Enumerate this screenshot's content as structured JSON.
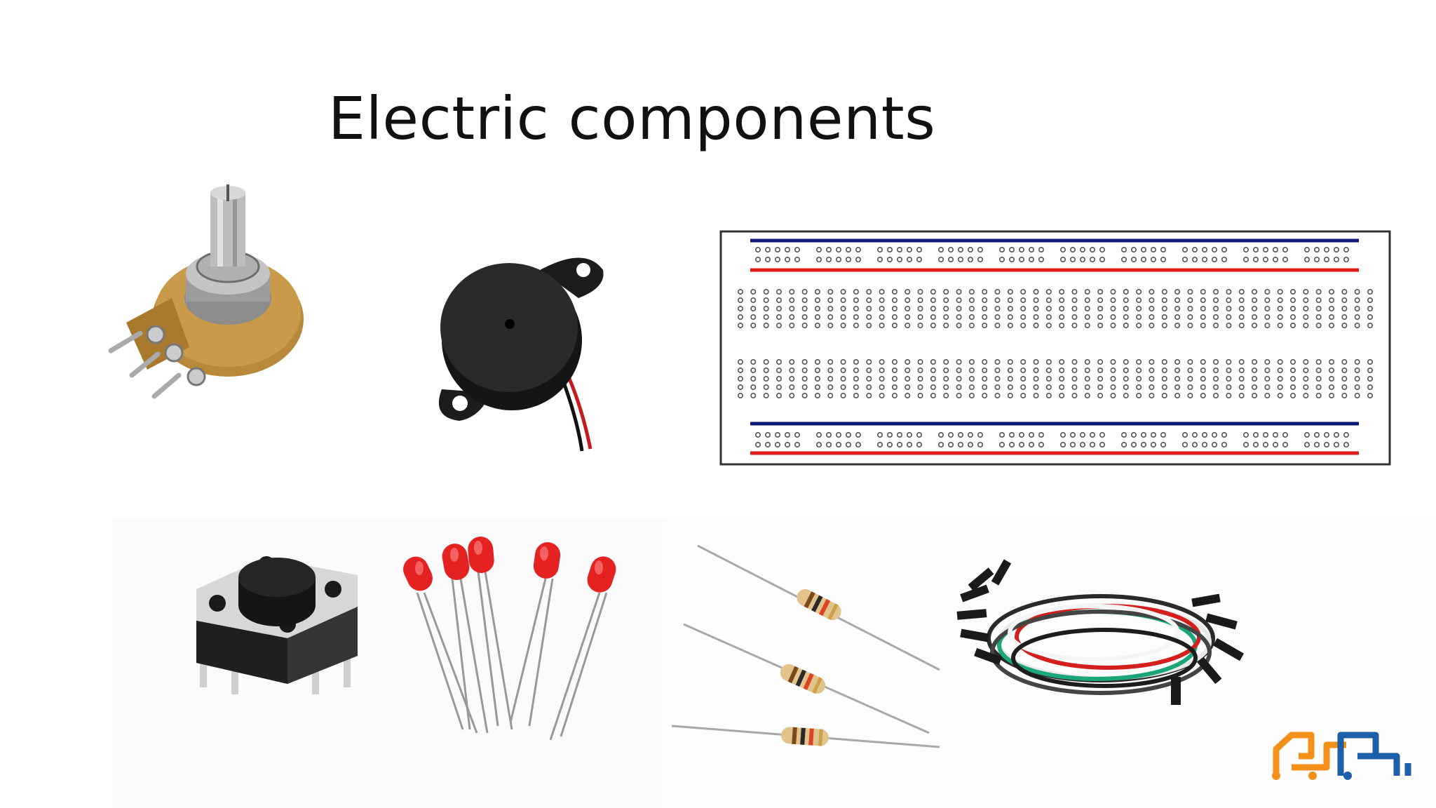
{
  "slide": {
    "title": "Electric components"
  },
  "components": [
    {
      "name": "potentiometer"
    },
    {
      "name": "piezo buzzer"
    },
    {
      "name": "breadboard"
    },
    {
      "name": "push button"
    },
    {
      "name": "red LEDs"
    },
    {
      "name": "resistors"
    },
    {
      "name": "jumper wires"
    }
  ],
  "colors": {
    "logo_orange": "#f39019",
    "logo_blue": "#1d5ea8",
    "breadboard_rail_blue": "#0d1a7a",
    "breadboard_rail_red": "#e01818",
    "led_red": "#e52222"
  }
}
